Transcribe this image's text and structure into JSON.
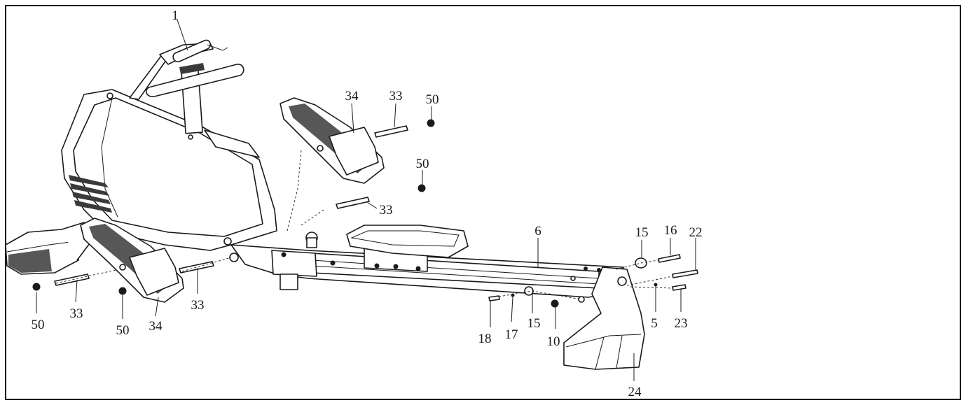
{
  "callouts": [
    {
      "id": "c-1",
      "text": "1"
    },
    {
      "id": "c-34-top",
      "text": "34"
    },
    {
      "id": "c-33-top",
      "text": "33"
    },
    {
      "id": "c-50-top",
      "text": "50"
    },
    {
      "id": "c-50-mid",
      "text": "50"
    },
    {
      "id": "c-33-mid",
      "text": "33"
    },
    {
      "id": "c-6",
      "text": "6"
    },
    {
      "id": "c-15-top",
      "text": "15"
    },
    {
      "id": "c-16",
      "text": "16"
    },
    {
      "id": "c-22",
      "text": "22"
    },
    {
      "id": "c-50-left",
      "text": "50"
    },
    {
      "id": "c-33-left",
      "text": "33"
    },
    {
      "id": "c-50-bottom",
      "text": "50"
    },
    {
      "id": "c-34-bottom",
      "text": "34"
    },
    {
      "id": "c-33-bottom",
      "text": "33"
    },
    {
      "id": "c-18",
      "text": "18"
    },
    {
      "id": "c-17",
      "text": "17"
    },
    {
      "id": "c-15-bottom",
      "text": "15"
    },
    {
      "id": "c-10",
      "text": "10"
    },
    {
      "id": "c-5",
      "text": "5"
    },
    {
      "id": "c-23",
      "text": "23"
    },
    {
      "id": "c-24",
      "text": "24"
    }
  ]
}
